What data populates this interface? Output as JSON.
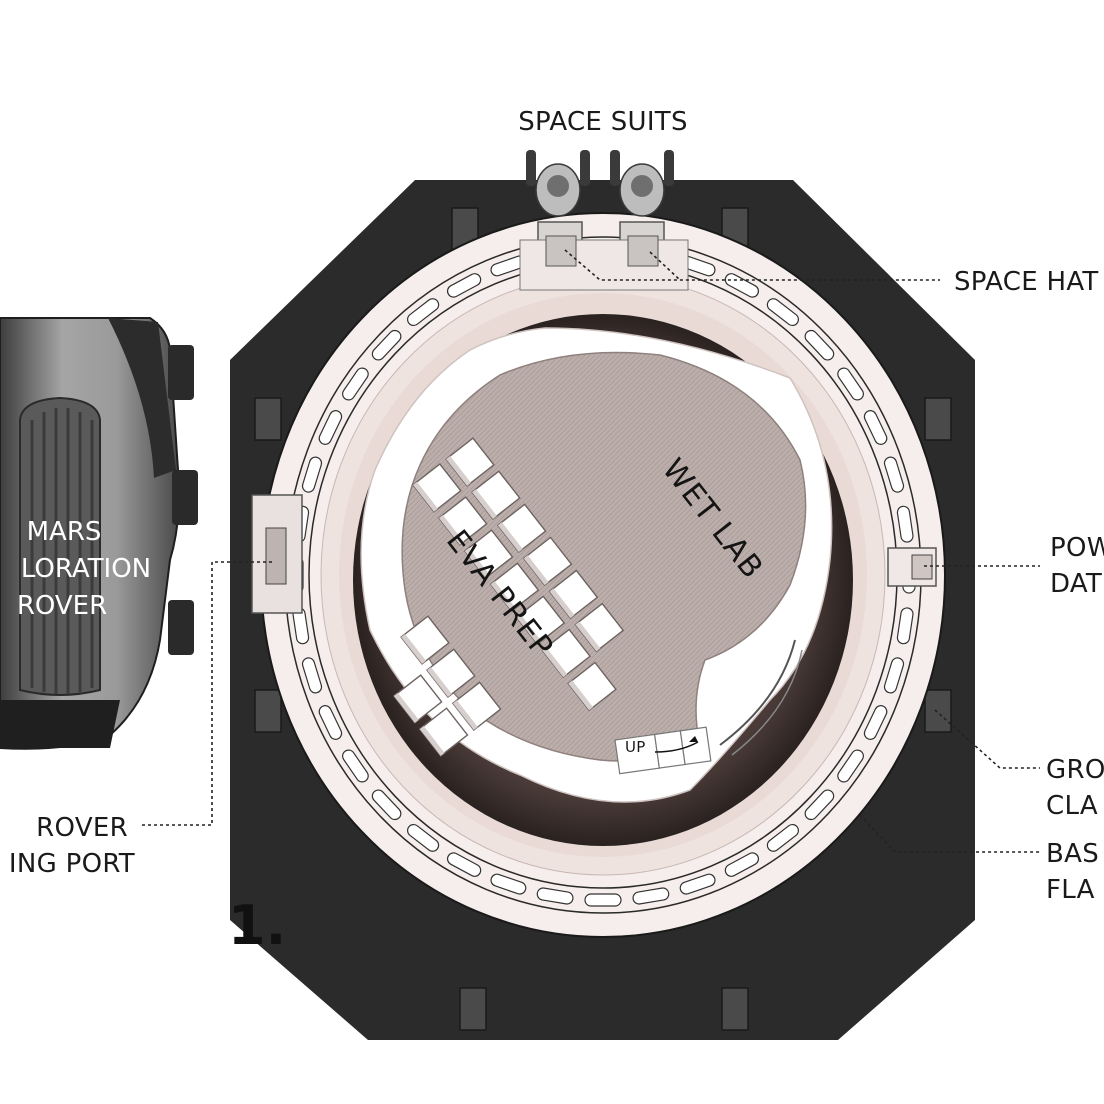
{
  "figure_number": "1.",
  "labels": {
    "space_suits": "SPACE SUITS",
    "space_hatch": "SPACE HAT",
    "power_data_1": "POW",
    "power_data_2": "DAT",
    "ground_clamp_1": "GRO",
    "ground_clamp_2": "CLA",
    "base_flange_1": "BAS",
    "base_flange_2": "FLA",
    "rover_port_1": "ROVER",
    "rover_port_2": "ING PORT",
    "rover_1": "MARS",
    "rover_2": "LORATION",
    "rover_3": "ROVER"
  },
  "rooms": {
    "wet_lab": "WET LAB",
    "eva_prep": "EVA PREP",
    "stair_up": "UP"
  },
  "colors": {
    "shell": "#2b2b2b",
    "ring": "#f6eeec",
    "floor": "#b9aca8",
    "pit": "#3a2f2d",
    "rover": "#8a8a8a"
  }
}
